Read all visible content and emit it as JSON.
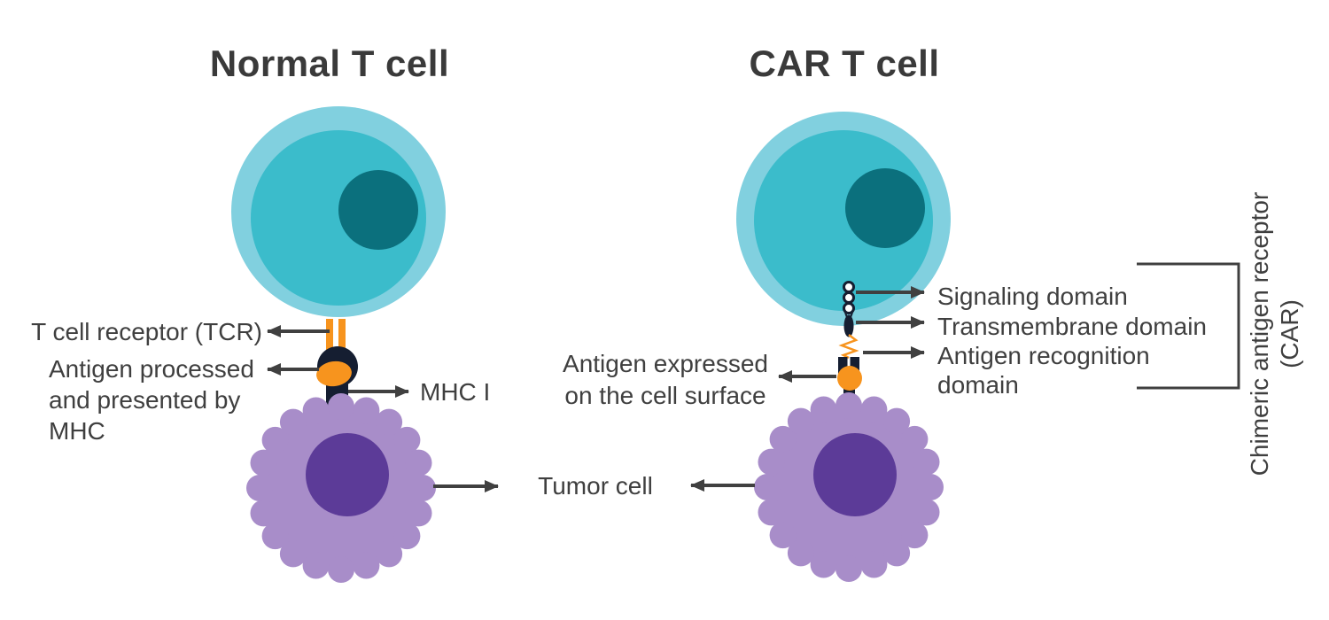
{
  "figure": {
    "type": "biology-diagram",
    "description_visible_text_only": true
  },
  "panels": {
    "normal": {
      "title": "Normal T cell",
      "labels": {
        "tcr": "T cell receptor (TCR)",
        "antigen_line1": "Antigen processed",
        "antigen_line2": "and presented by",
        "antigen_line3": "MHC",
        "mhc": "MHC I"
      }
    },
    "car": {
      "title": "CAR T cell",
      "labels": {
        "signaling": "Signaling domain",
        "transmembrane": "Transmembrane domain",
        "recognition_line1": "Antigen recognition",
        "recognition_line2": "domain",
        "antigen_line1": "Antigen expressed",
        "antigen_line2": "on the cell surface",
        "bracket_line1": "Chimeric antigen receptor",
        "bracket_line2": "(CAR)"
      }
    },
    "shared": {
      "tumor": "Tumor cell"
    }
  },
  "colors": {
    "cell_outer": "#81D0DF",
    "cell_body": "#3BBCCB",
    "cell_nucleus": "#0B707D",
    "tumor_body": "#A88DC9",
    "tumor_nucleus": "#5C3B98",
    "receptor_orange": "#F7941E",
    "receptor_dark": "#151E31",
    "arrow": "#404040",
    "text": "#3F3F3F"
  }
}
